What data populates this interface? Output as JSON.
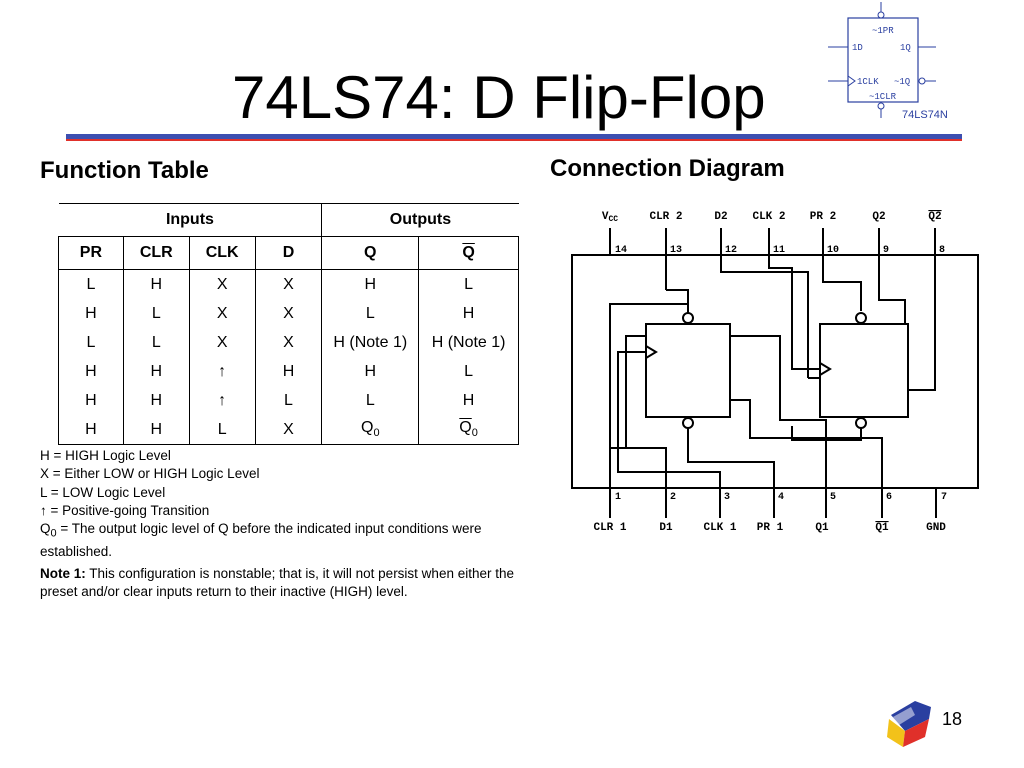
{
  "slide": {
    "title": "74LS74: D Flip-Flop",
    "number": "18"
  },
  "function_table": {
    "heading": "Function Table",
    "group_inputs": "Inputs",
    "group_outputs": "Outputs",
    "columns": [
      "PR",
      "CLR",
      "CLK",
      "D",
      "Q",
      "Q"
    ],
    "rows": [
      [
        "L",
        "H",
        "X",
        "X",
        "H",
        "L"
      ],
      [
        "H",
        "L",
        "X",
        "X",
        "L",
        "H"
      ],
      [
        "L",
        "L",
        "X",
        "X",
        "H (Note 1)",
        "H (Note 1)"
      ],
      [
        "H",
        "H",
        "↑",
        "H",
        "H",
        "L"
      ],
      [
        "H",
        "H",
        "↑",
        "L",
        "L",
        "H"
      ],
      [
        "H",
        "H",
        "L",
        "X",
        "Q0",
        "Q0"
      ]
    ]
  },
  "legend": {
    "line1": "H = HIGH Logic Level",
    "line2": "X = Either LOW or HIGH Logic Level",
    "line3": "L = LOW Logic Level",
    "line4": "↑ = Positive-going Transition",
    "line5": "Q0 = The output logic level of Q before the indicated input conditions were established."
  },
  "note1": {
    "label": "Note 1:",
    "text": "This configuration is nonstable; that is, it will not persist when either the preset and/or clear inputs return to their inactive (HIGH) level."
  },
  "connection_diagram": {
    "heading": "Connection Diagram",
    "top_pins": [
      {
        "name": "VCC",
        "num": "14"
      },
      {
        "name": "CLR 2",
        "num": "13"
      },
      {
        "name": "D2",
        "num": "12"
      },
      {
        "name": "CLK 2",
        "num": "11"
      },
      {
        "name": "PR 2",
        "num": "10"
      },
      {
        "name": "Q2",
        "num": "9"
      },
      {
        "name": "Q2",
        "num": "8"
      }
    ],
    "bottom_pins": [
      {
        "name": "CLR 1",
        "num": "1"
      },
      {
        "name": "D1",
        "num": "2"
      },
      {
        "name": "CLK 1",
        "num": "3"
      },
      {
        "name": "PR 1",
        "num": "4"
      },
      {
        "name": "Q1",
        "num": "5"
      },
      {
        "name": "Q1",
        "num": "6"
      },
      {
        "name": "GND",
        "num": "7"
      }
    ]
  },
  "symbol": {
    "pr": "~1PR",
    "d": "1D",
    "q": "1Q",
    "clk": "1CLK",
    "qn": "~1Q",
    "clr": "~1CLR",
    "part": "74LS74N"
  }
}
